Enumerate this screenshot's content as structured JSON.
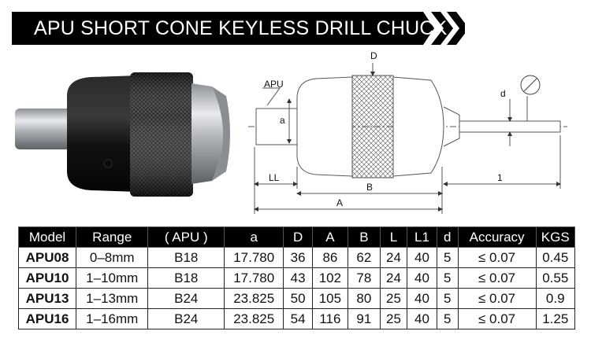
{
  "banner": {
    "title": "APU SHORT CONE KEYLESS DRILL CHUCK",
    "colors": {
      "background": "#000000",
      "text": "#ffffff"
    },
    "icon": "double-chevron-right-icon"
  },
  "photo": {
    "colors": {
      "body": "#121212",
      "steel": "#b9bcc0",
      "ring": "#d5d7da"
    }
  },
  "drawing": {
    "labels": {
      "apu": "APU",
      "a": "a",
      "d_top": "D",
      "d_small": "d",
      "ll": "LL",
      "b": "B",
      "a_total": "A",
      "l_one": "1"
    },
    "runout_icon": "runout-tolerance-icon"
  },
  "table": {
    "headers": [
      "Model",
      "Range",
      "( APU )",
      "a",
      "D",
      "A",
      "B",
      "L",
      "L1",
      "d",
      "Accuracy",
      "KGS"
    ],
    "rows": [
      [
        "APU08",
        "0–8mm",
        "B18",
        "17.780",
        "36",
        "86",
        "62",
        "24",
        "40",
        "5",
        "≤ 0.07",
        "0.45"
      ],
      [
        "APU10",
        "1–10mm",
        "B18",
        "17.780",
        "43",
        "102",
        "78",
        "24",
        "40",
        "5",
        "≤ 0.07",
        "0.55"
      ],
      [
        "APU13",
        "1–13mm",
        "B24",
        "23.825",
        "50",
        "105",
        "80",
        "25",
        "40",
        "5",
        "≤ 0.07",
        "0.9"
      ],
      [
        "APU16",
        "1–16mm",
        "B24",
        "23.825",
        "54",
        "116",
        "91",
        "25",
        "40",
        "5",
        "≤ 0.07",
        "1.25"
      ]
    ]
  }
}
